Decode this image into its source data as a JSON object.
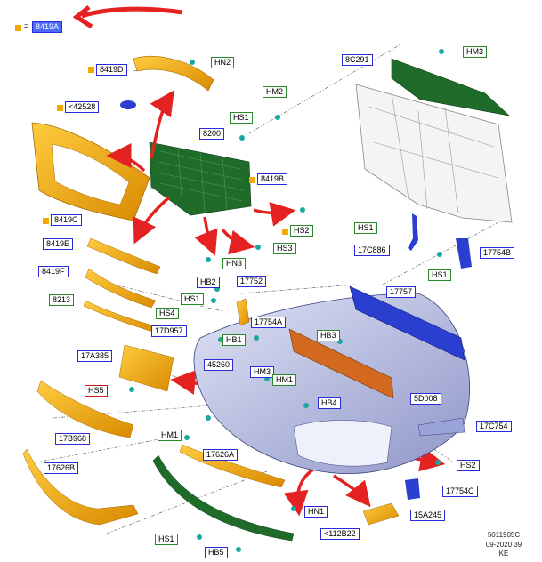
{
  "legend": {
    "symbol": "=",
    "code": "8419A"
  },
  "labels": {
    "l8419D": "8419D",
    "lHN2": "HN2",
    "l42528": "<42528",
    "lHM2": "HM2",
    "lHS1a": "HS1",
    "l8200": "8200",
    "l8419B": "8419B",
    "l8419C": "8419C",
    "lHS2a": "HS2",
    "lHN3": "HN3",
    "lHS3": "HS3",
    "l8419E": "8419E",
    "l8419F": "8419F",
    "l8213": "8213",
    "lHB2": "HB2",
    "lHS1b": "HS1",
    "l17752": "17752",
    "lHS4": "HS4",
    "l17D957": "17D957",
    "lHB1a": "HB1",
    "l17754A": "17754A",
    "l17A385": "17A385",
    "l45260": "45260",
    "lHB3": "HB3",
    "lHM3": "HM3",
    "lHM1a": "HM1",
    "lHS5": "HS5",
    "l17B968": "17B968",
    "lHB4": "HB4",
    "l5D008": "5D008",
    "l17757": "17757",
    "l8C291": "8C291",
    "lHM3b": "HM3",
    "lHS1c": "HS1",
    "l17C886": "17C886",
    "l17754B": "17754B",
    "lHS1d": "HS1",
    "lHM1b": "HM1",
    "l17626A": "17626A",
    "l17C754": "17C754",
    "lHS2b": "HS2",
    "l17626B": "17626B",
    "l17754C": "17754C",
    "l15A245": "15A245",
    "lHN1": "HN1",
    "lHS1e": "HS1",
    "l112B22": "<112B22",
    "lHB5": "HB5"
  },
  "footer": {
    "line1": "5011905C",
    "line2": "09-2020 39",
    "line3": "KE"
  },
  "colors": {
    "orange": "#f2a900",
    "green": "#1f6b2a",
    "blue": "#2a3fd0",
    "red": "#e42222",
    "teal": "#1aa7a0"
  }
}
